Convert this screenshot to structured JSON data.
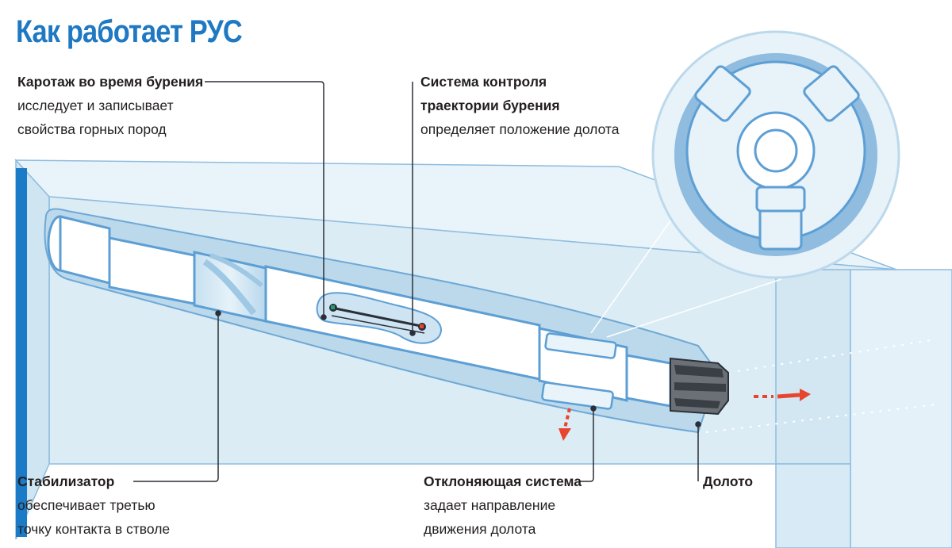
{
  "title": "Как работает РУС",
  "labels": {
    "logging": {
      "heading": "Каротаж во время бурения",
      "line1": "исследует и записывает",
      "line2": "свойства горных пород"
    },
    "trajectory": {
      "heading_line1": "Система контроля",
      "heading_line2": "траектории бурения",
      "line1": "определяет положение долота"
    },
    "stabilizer": {
      "heading": "Стабилизатор",
      "line1": "обеспечивает третью",
      "line2": "точку контакта в стволе"
    },
    "deflector": {
      "heading": "Отклоняющая система",
      "line1": "задает направление",
      "line2": "движения долота"
    },
    "bit": {
      "heading": "Долото"
    }
  },
  "colors": {
    "title_blue": "#1f79c2",
    "text": "#231f20",
    "rock_light": "#dbecf5",
    "rock_mid": "#bcd9ec",
    "rock_dark": "#8fbcdf",
    "pipe_outline": "#5d9fd4",
    "leader_line": "#2b2f38",
    "arrow_red": "#e8452f",
    "edge_blue": "#1c7bc6"
  }
}
